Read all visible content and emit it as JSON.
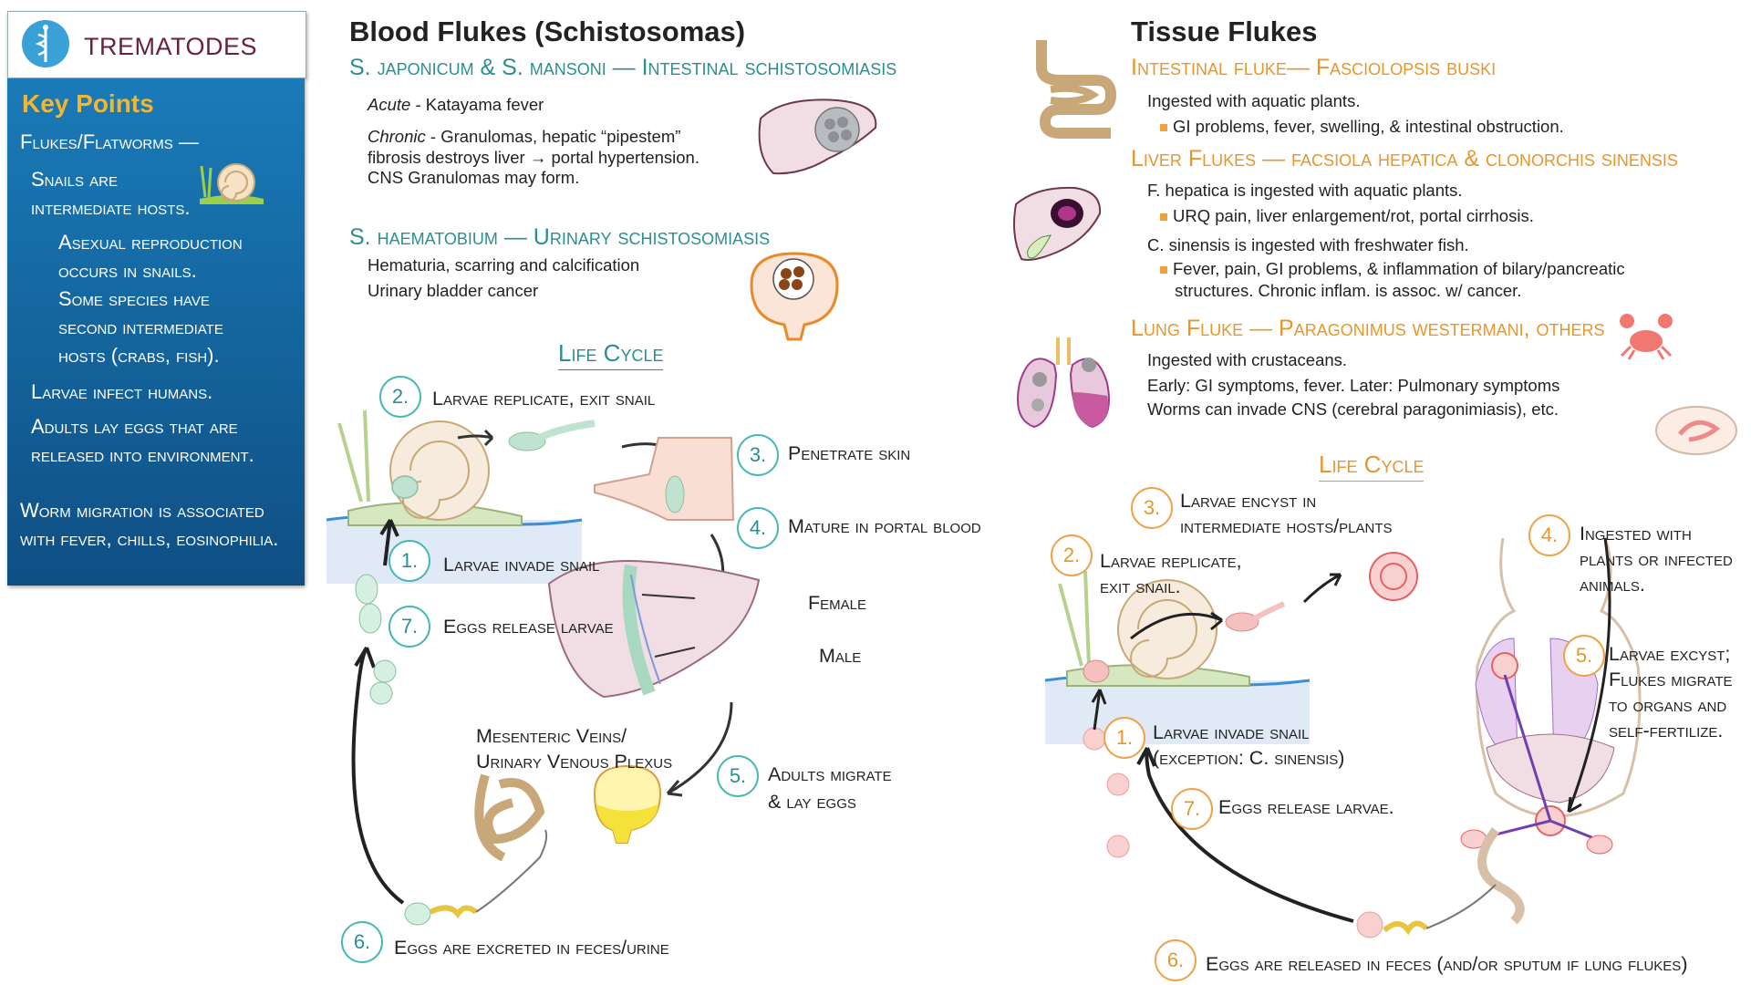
{
  "sidebar": {
    "title": "TREMATODES",
    "key_points_title": "Key Points",
    "lines": [
      "Flukes/Flatworms —",
      "Snails are",
      "intermediate hosts.",
      "Asexual reproduction",
      "occurs in snails.",
      "Some species have",
      "second intermediate",
      "hosts (crabs, fish).",
      "Larvae infect humans.",
      "Adults lay eggs that are",
      "released into environment.",
      "Worm migration is associated",
      "with fever, chills, eosinophilia."
    ]
  },
  "blood": {
    "title": "Blood Flukes (Schistosomas)",
    "sub1": "S. japonicum & S. mansoni — Intestinal schistosomiasis",
    "acute_label": "Acute",
    "acute_text": " - Katayama fever",
    "chronic_label": "Chronic",
    "chronic_text": " - Granulomas, hepatic “pipestem”",
    "chronic_line2": "fibrosis destroys liver → portal hypertension.",
    "chronic_line3": "CNS Granulomas may form.",
    "sub2": "S. haematobium — Urinary schistosomiasis",
    "urin_line1": "Hematuria, scarring and calcification",
    "urin_line2": "Urinary bladder cancer",
    "lifecycle_title": "Life Cycle",
    "steps": [
      {
        "n": "1.",
        "text": "Larvae invade snail"
      },
      {
        "n": "2.",
        "text": "Larvae replicate, exit snail"
      },
      {
        "n": "3.",
        "text": "Penetrate skin"
      },
      {
        "n": "4.",
        "text": "Mature in portal blood"
      },
      {
        "n": "5.",
        "text": "Adults migrate"
      },
      {
        "n": "6.",
        "text": "Eggs are excreted in feces/urine"
      },
      {
        "n": "7.",
        "text": "Eggs release larvae"
      }
    ],
    "step5_line2": "& lay eggs",
    "female": "Female",
    "male": "Male",
    "veins_line1": "Mesenteric Veins/",
    "veins_line2": "Urinary Venous Plexus"
  },
  "tissue": {
    "title": "Tissue Flukes",
    "intestinal_title": "Intestinal fluke— Fasciolopsis buski",
    "intestinal_line1": "Ingested with aquatic plants.",
    "intestinal_bullet": "GI problems, fever, swelling, & intestinal obstruction.",
    "liver_title": "Liver Flukes — facsiola hepatica & clonorchis sinensis",
    "liver_line1": "F. hepatica is ingested with aquatic plants.",
    "liver_bullet1": "URQ pain, liver enlargement/rot, portal cirrhosis.",
    "liver_line2": "C. sinensis is ingested with freshwater fish.",
    "liver_bullet2a": "Fever, pain, GI problems, & inflammation of bilary/pancreatic",
    "liver_bullet2b": "structures. Chronic inflam. is assoc. w/ cancer.",
    "lung_title": "Lung Fluke — Paragonimus westermani, others",
    "lung_line1": "Ingested with crustaceans.",
    "lung_line2": "Early: GI symptoms, fever. Later: Pulmonary symptoms",
    "lung_line3": "Worms can invade CNS (cerebral paragonimiasis), etc.",
    "lifecycle_title": "Life Cycle",
    "steps": [
      {
        "n": "1.",
        "l1": "Larvae invade snail",
        "l2": "(exception: C. sinensis)"
      },
      {
        "n": "2.",
        "l1": "Larvae replicate,",
        "l2": "exit snail."
      },
      {
        "n": "3.",
        "l1": "Larvae encyst in",
        "l2": "intermediate hosts/plants"
      },
      {
        "n": "4.",
        "l1": "Ingested with",
        "l2": "plants or infected",
        "l3": "animals."
      },
      {
        "n": "5.",
        "l1": "Larvae excyst;",
        "l2": "Flukes migrate",
        "l3": "to organs and",
        "l4": "self-fertilize."
      },
      {
        "n": "6.",
        "l1": "Eggs are released in feces (and/or sputum if lung flukes)"
      },
      {
        "n": "7.",
        "l1": "Eggs release larvae."
      }
    ]
  },
  "colors": {
    "teal": "#2a8f94",
    "orange": "#e8962a",
    "sidebar_blue": "#1a6fa8",
    "gold": "#f3b632"
  }
}
